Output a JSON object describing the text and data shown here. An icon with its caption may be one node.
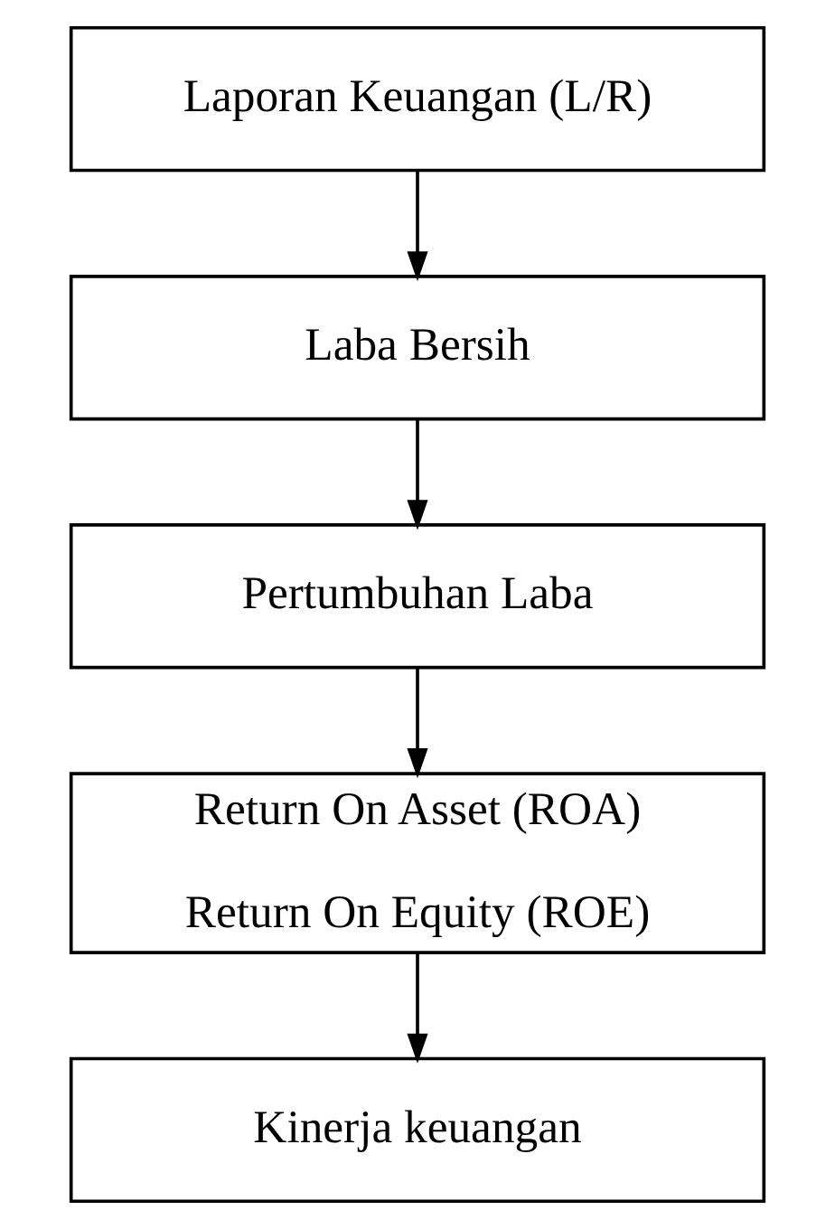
{
  "diagram": {
    "nodes": [
      {
        "text": [
          "Laporan Keuangan (L/R)"
        ]
      },
      {
        "text": [
          "Laba Bersih"
        ]
      },
      {
        "text": [
          "Pertumbuhan Laba"
        ]
      },
      {
        "text": [
          "Return On Asset (ROA)",
          "Return On Equity (ROE)"
        ]
      },
      {
        "text": [
          "Kinerja keuangan"
        ]
      }
    ],
    "edges": [
      {
        "from": 0,
        "to": 1,
        "arrow": "to"
      },
      {
        "from": 1,
        "to": 2,
        "arrow": "to"
      },
      {
        "from": 2,
        "to": 3,
        "arrow": "to"
      },
      {
        "from": 3,
        "to": 4,
        "arrow": "to"
      }
    ]
  }
}
